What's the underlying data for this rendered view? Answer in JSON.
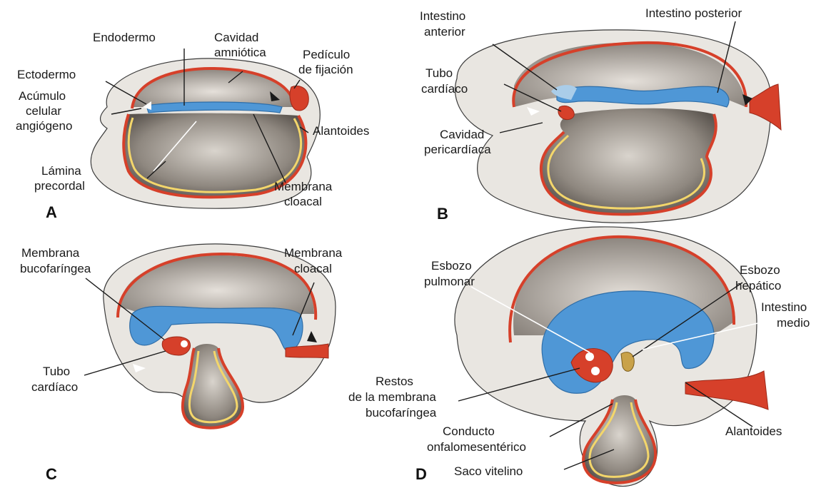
{
  "panels": {
    "a": {
      "letter": "A",
      "labels": {
        "endodermo": "Endodermo",
        "cavidad_1": "Cavidad",
        "cavidad_2": "amniótica",
        "pediculo_1": "Pedículo",
        "pediculo_2": "de fijación",
        "ectodermo": "Ectodermo",
        "acumulo_1": "Acúmulo",
        "acumulo_2": "celular",
        "acumulo_3": "angiógeno",
        "alantoides": "Alantoides",
        "lamina_1": "Lámina",
        "lamina_2": "precordal",
        "membrana_1": "Membrana",
        "membrana_2": "cloacal"
      }
    },
    "b": {
      "letter": "B",
      "labels": {
        "int_ant_1": "Intestino",
        "int_ant_2": "anterior",
        "int_post": "Intestino posterior",
        "tubo_1": "Tubo",
        "tubo_2": "cardíaco",
        "cav_per_1": "Cavidad",
        "cav_per_2": "pericardíaca"
      }
    },
    "c": {
      "letter": "C",
      "labels": {
        "buco_1": "Membrana",
        "buco_2": "bucofaríngea",
        "cloacal_1": "Membrana",
        "cloacal_2": "cloacal",
        "tubo_1": "Tubo",
        "tubo_2": "cardíaco"
      }
    },
    "d": {
      "letter": "D",
      "labels": {
        "esbozo_pulm_1": "Esbozo",
        "esbozo_pulm_2": "pulmonar",
        "esbozo_hep_1": "Esbozo",
        "esbozo_hep_2": "hepático",
        "int_medio_1": "Intestino",
        "int_medio_2": "medio",
        "restos_1": "Restos",
        "restos_2": "de la membrana",
        "restos_3": "bucofaríngea",
        "conducto_1": "Conducto",
        "conducto_2": "onfalomesentérico",
        "alantoides": "Alantoides",
        "saco": "Saco vitelino"
      }
    }
  },
  "colors": {
    "endoderm": "#4f97d6",
    "mesoderm_red": "#d6402a",
    "ectoderm_yellow": "#f3d66b",
    "tissue_gray": "#e9e6e1"
  }
}
